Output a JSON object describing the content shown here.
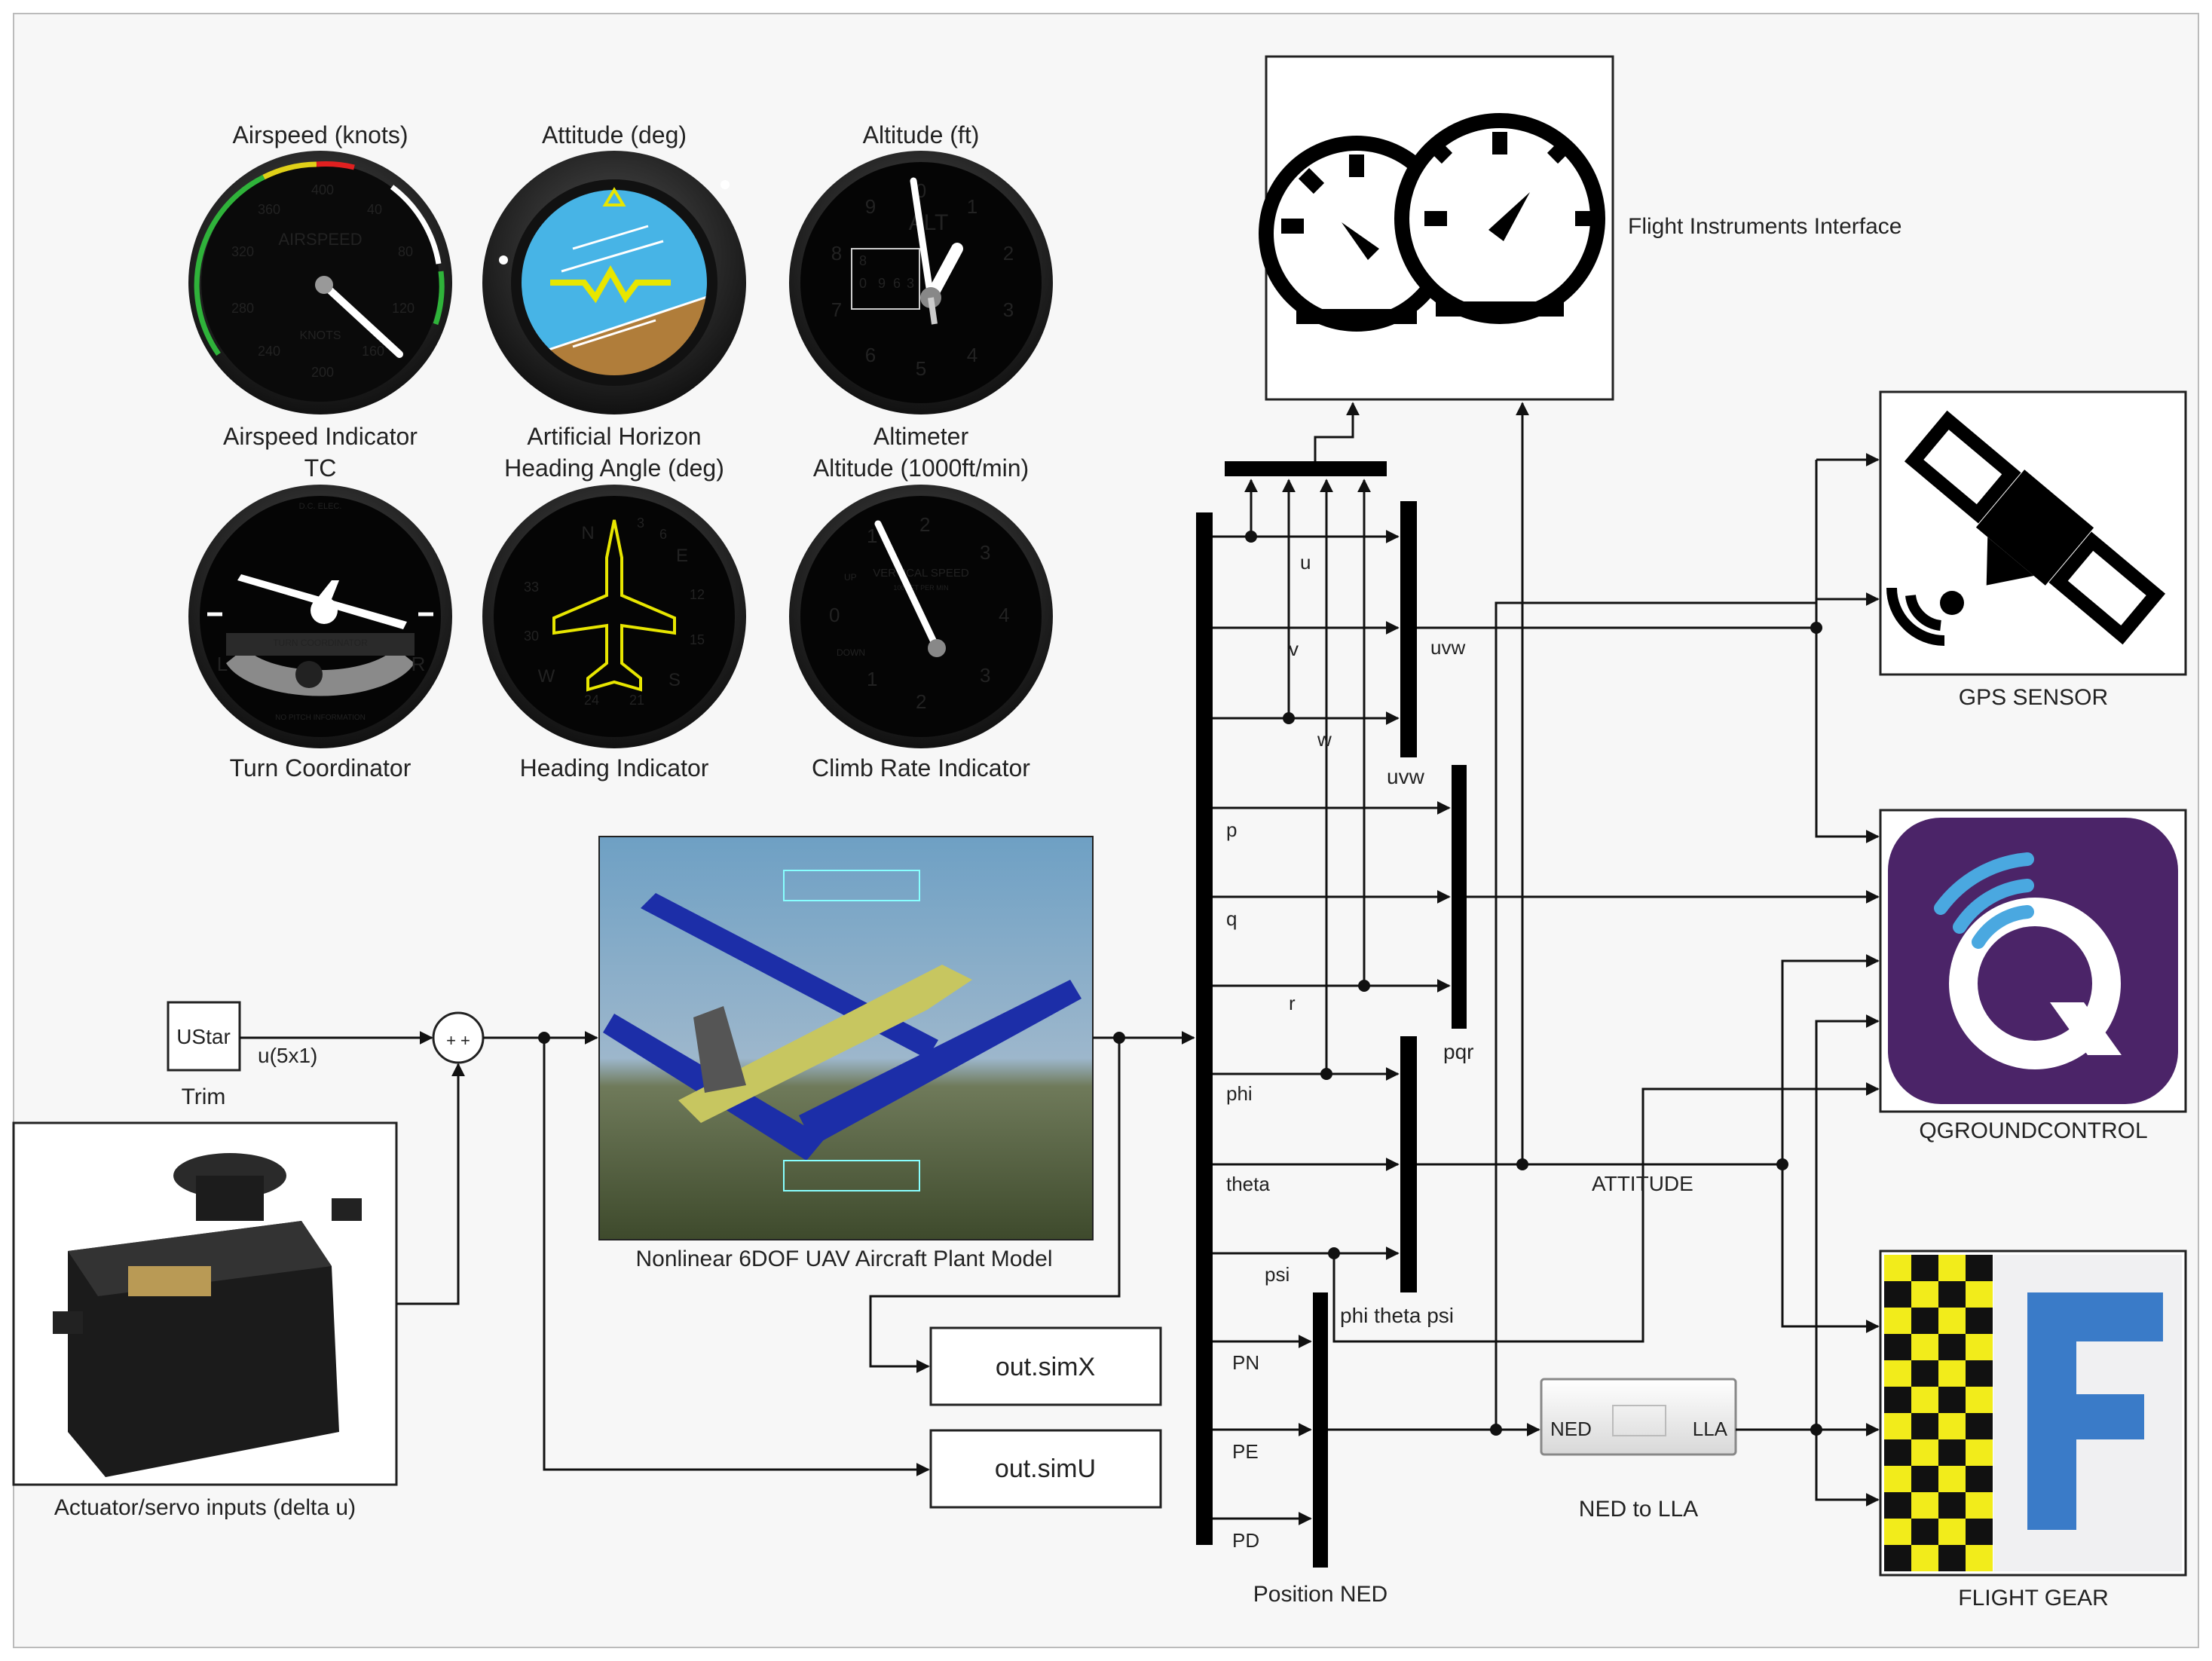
{
  "gauges": {
    "airspeed": {
      "title": "Airspeed (knots)",
      "label": "Airspeed Indicator",
      "face_text": "AIRSPEED",
      "unit_text": "KNOTS",
      "ticks": [
        "400",
        "40",
        "80",
        "120",
        "160",
        "200",
        "240",
        "280",
        "320",
        "360"
      ]
    },
    "attitude": {
      "title": "Attitude (deg)",
      "label": "Artificial Horizon"
    },
    "altitude": {
      "title": "Altitude (ft)",
      "label": "Altimeter",
      "face_text": "ALT",
      "ticks": [
        "1",
        "2",
        "3",
        "4",
        "5",
        "6",
        "7",
        "8",
        "9",
        "0"
      ],
      "drum": [
        "8",
        "0",
        "9",
        "6",
        "3"
      ]
    },
    "turn": {
      "title": "TC",
      "label": "Turn Coordinator",
      "top_text": "D.C. ELEC.",
      "mid_text": "TURN COORDINATOR",
      "bottom_text": "NO PITCH INFORMATION",
      "left": "L",
      "right": "R"
    },
    "heading": {
      "title": "Heading Angle (deg)",
      "label": "Heading Indicator",
      "marks": [
        "N",
        "3",
        "6",
        "E",
        "12",
        "15",
        "S",
        "21",
        "24",
        "W",
        "30",
        "33"
      ]
    },
    "climb": {
      "title": "Altitude (1000ft/min)",
      "label": "Climb Rate Indicator",
      "face_text": "VERTICAL SPEED",
      "sub_text": "1000 FT PER MIN",
      "up": "UP",
      "down": "DOWN",
      "ticks": [
        "0",
        "1",
        "2",
        "3",
        "4",
        "1",
        "2",
        "3"
      ]
    }
  },
  "blocks": {
    "flight_instruments": "Flight Instruments Interface",
    "gps": "GPS SENSOR",
    "qgc": "QGROUNDCONTROL",
    "flightgear": "FLIGHT GEAR",
    "ustar": "UStar",
    "trim": "Trim",
    "u_signal": "u(5x1)",
    "actuator": "Actuator/servo inputs (delta u)",
    "plant": "Nonlinear 6DOF UAV Aircraft Plant Model",
    "simx": "out.simX",
    "simu": "out.simU",
    "ned2lla": "NED to LLA",
    "ned_in": "NED",
    "lla_out": "LLA",
    "sum_signs": "+ +"
  },
  "signals": {
    "u": "u",
    "v": "v",
    "w": "w",
    "p": "p",
    "q": "q",
    "r": "r",
    "phi": "phi",
    "theta": "theta",
    "psi": "psi",
    "pn": "PN",
    "pe": "PE",
    "pd": "PD",
    "uvw_in": "uvw",
    "uvw_out": "uvw",
    "pqr": "pqr",
    "attitude": "ATTITUDE",
    "phithetapsi": "phi theta psi",
    "position_ned": "Position NED"
  },
  "colors": {
    "line": "#111111",
    "block_border": "#222222",
    "qgc_bg": "#4b2468",
    "qgc_accent": "#4aa8e0",
    "fg_yellow": "#f2ec1b",
    "fg_blue": "#3a7bc8",
    "sky": "#47b4e6",
    "ground": "#b07d3a",
    "horizon_line": "#e8e600",
    "bus": "#000000"
  }
}
